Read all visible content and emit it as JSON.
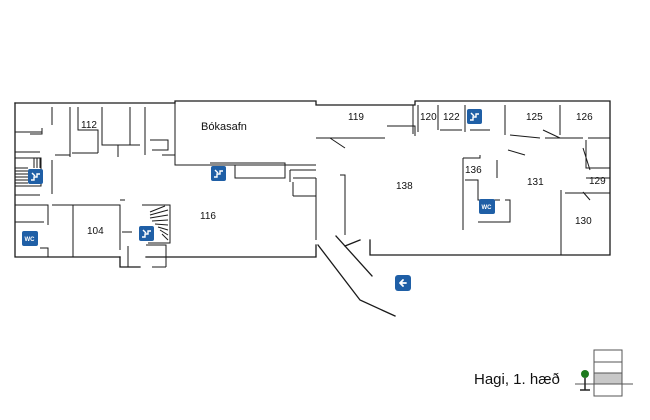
{
  "map": {
    "title": "Hagi, 1. hæð",
    "rooms": {
      "r112": "112",
      "bokasafn": "Bókasafn",
      "r119": "119",
      "r120": "120",
      "r122": "122",
      "r125": "125",
      "r126": "126",
      "r136": "136",
      "r138": "138",
      "r131": "131",
      "r129": "129",
      "r116": "116",
      "r104": "104",
      "r130": "130"
    },
    "icons": {
      "wc": "WC",
      "stairs": "stairs-icon",
      "exit": "exit-arrow-icon"
    },
    "colors": {
      "icon_blue": "#1f5fa6",
      "marker_green": "#1e7a1e",
      "floor_highlight": "#c8c8c8"
    }
  }
}
